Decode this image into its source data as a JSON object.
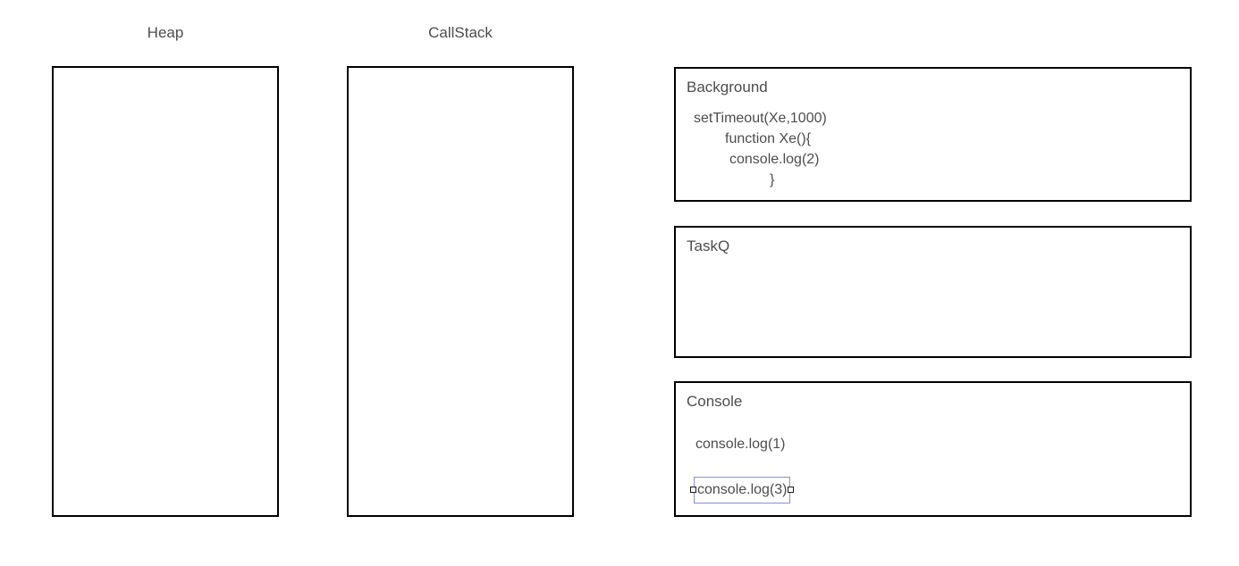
{
  "columns": [
    {
      "label": "Heap",
      "name": "heap"
    },
    {
      "label": "CallStack",
      "name": "callstack"
    }
  ],
  "panels": {
    "heap": {
      "title": "Heap",
      "contents": []
    },
    "callstack": {
      "title": "CallStack",
      "contents": []
    },
    "background": {
      "title": "Background",
      "code_lines": [
        "setTimeout(Xe,1000)",
        "function Xe(){",
        "console.log(2)",
        "}"
      ]
    },
    "taskq": {
      "title": "TaskQ",
      "entries": []
    },
    "console": {
      "title": "Console",
      "entries": [
        {
          "text": "console.log(1)",
          "selected": false
        },
        {
          "text": "console.log(3)",
          "selected": true
        }
      ]
    }
  },
  "colors": {
    "panel_border": "#000000",
    "text": "#4d4d4d",
    "selection_border": "#8c8cd6",
    "handle_fill": "#ffffff",
    "handle_border": "#1a1a1a",
    "background": "#ffffff"
  }
}
